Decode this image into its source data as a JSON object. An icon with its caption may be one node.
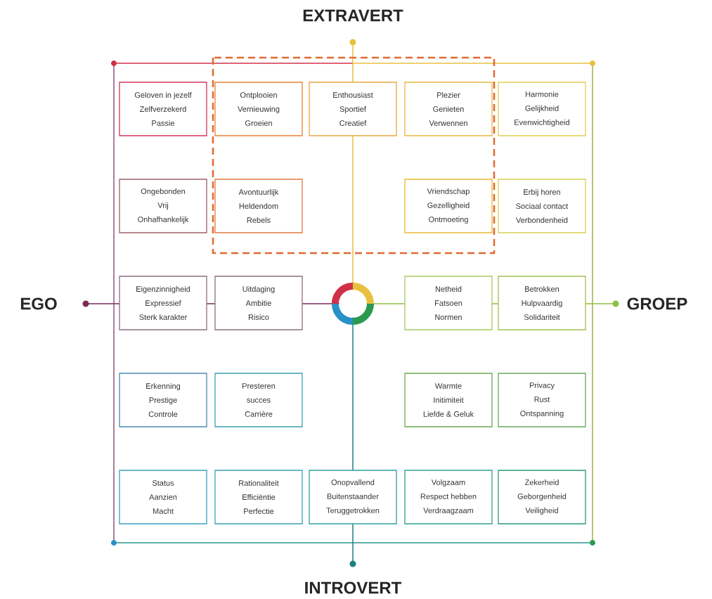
{
  "diagram": {
    "nodes": [
      {
        "text": [
          "Geloven in jezelf",
          "Zelfverzekerd",
          "Passie"
        ]
      },
      {
        "text": [
          "Ontplooien",
          "Vernieuwing",
          "Groeien"
        ]
      },
      {
        "text": [
          "Enthousiast",
          "Sportief",
          "Creatief"
        ]
      },
      {
        "text": [
          "Plezier",
          "Genieten",
          "Verwennen"
        ]
      },
      {
        "text": [
          "Harmonie",
          "Gelijkheid",
          "Evenwichtigheid"
        ]
      },
      {
        "text": [
          "Ongebonden",
          "Vrij",
          "Onhafhankelijk"
        ]
      },
      {
        "text": [
          "Avontuurlijk",
          "Heldendom",
          "Rebels"
        ]
      },
      {
        "text": [
          "Vriendschap",
          "Gezelligheid",
          "Ontmoeting"
        ]
      },
      {
        "text": [
          "Erbij horen",
          "Sociaal contact",
          "Verbondenheid"
        ]
      },
      {
        "text": [
          "Eigenzinnigheid",
          "Expressief",
          "Sterk karakter"
        ]
      },
      {
        "text": [
          "Uitdaging",
          "Ambitie",
          "Risico"
        ]
      },
      {
        "text": [
          "Netheid",
          "Fatsoen",
          "Normen"
        ]
      },
      {
        "text": [
          "Betrokken",
          "Hulpvaardig",
          "Solidariteit"
        ]
      },
      {
        "text": [
          "Erkenning",
          "Prestige",
          "Controle"
        ]
      },
      {
        "text": [
          "Presteren",
          "succes",
          "Carrière"
        ]
      },
      {
        "text": [
          "Warmte",
          "Initimiteit",
          "Liefde & Geluk"
        ]
      },
      {
        "text": [
          "Privacy",
          "Rust",
          "Ontspanning"
        ]
      },
      {
        "text": [
          "Status",
          "Aanzien",
          "Macht"
        ]
      },
      {
        "text": [
          "Rationaliteit",
          "Efficiëntie",
          "Perfectie"
        ]
      },
      {
        "text": [
          "Onopvallend",
          "Buitenstaander",
          "Teruggetrokken"
        ]
      },
      {
        "text": [
          "Volgzaam",
          "Respect hebben",
          "Verdraagzaam"
        ]
      },
      {
        "text": [
          "Zekerheid",
          "Geborgenheid",
          "Veiligheid"
        ]
      }
    ],
    "labels": [
      "EXTRAVERT",
      "EGO",
      "GROEP",
      "INTROVERT"
    ]
  }
}
